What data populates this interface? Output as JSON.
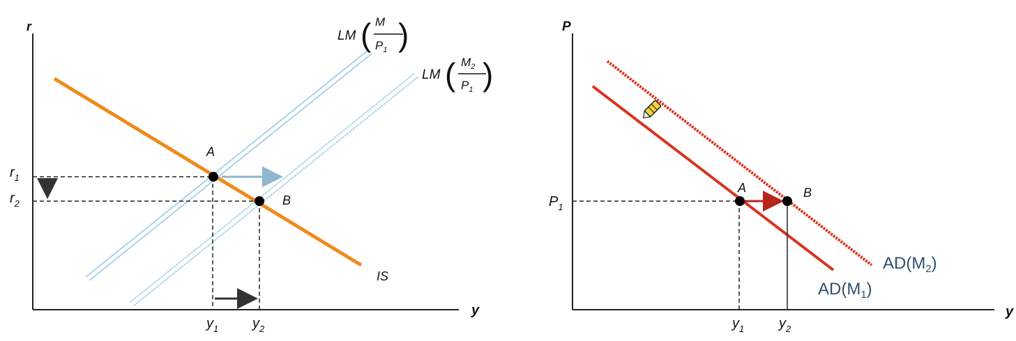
{
  "left_panel": {
    "y_axis_label": "r",
    "x_axis_label": "y",
    "r1_label": "r",
    "r1_sub": "1",
    "r2_label": "r",
    "r2_sub": "2",
    "y1_label": "y",
    "y1_sub": "1",
    "y2_label": "y",
    "y2_sub": "2",
    "point_a": "A",
    "point_b": "B",
    "is_label": "IS",
    "lm1_label": "LM",
    "lm1_num": "M",
    "lm1_den": "P",
    "lm1_den_sub": "1",
    "lm2_label": "LM",
    "lm2_num": "M",
    "lm2_num_sub": "2",
    "lm2_den": "P",
    "lm2_den_sub": "1",
    "colors": {
      "is": "#f08a1c",
      "lm": "#a9d3ec",
      "arrow": "#8fb7cf",
      "axis": "#222222"
    }
  },
  "right_panel": {
    "y_axis_label": "P",
    "x_axis_label": "y",
    "p1_label": "P",
    "p1_sub": "1",
    "y1_label": "y",
    "y1_sub": "1",
    "y2_label": "y",
    "y2_sub": "2",
    "point_a": "A",
    "point_b": "B",
    "ad2_label": "AD(M",
    "ad2_sub": "2",
    "ad2_close": ")",
    "ad1_label": "AD(M",
    "ad1_sub": "1",
    "ad1_close": ")",
    "colors": {
      "ad": "#d9331f",
      "arrow": "#b5271a",
      "label": "#2f4f6b",
      "axis": "#222222"
    }
  }
}
